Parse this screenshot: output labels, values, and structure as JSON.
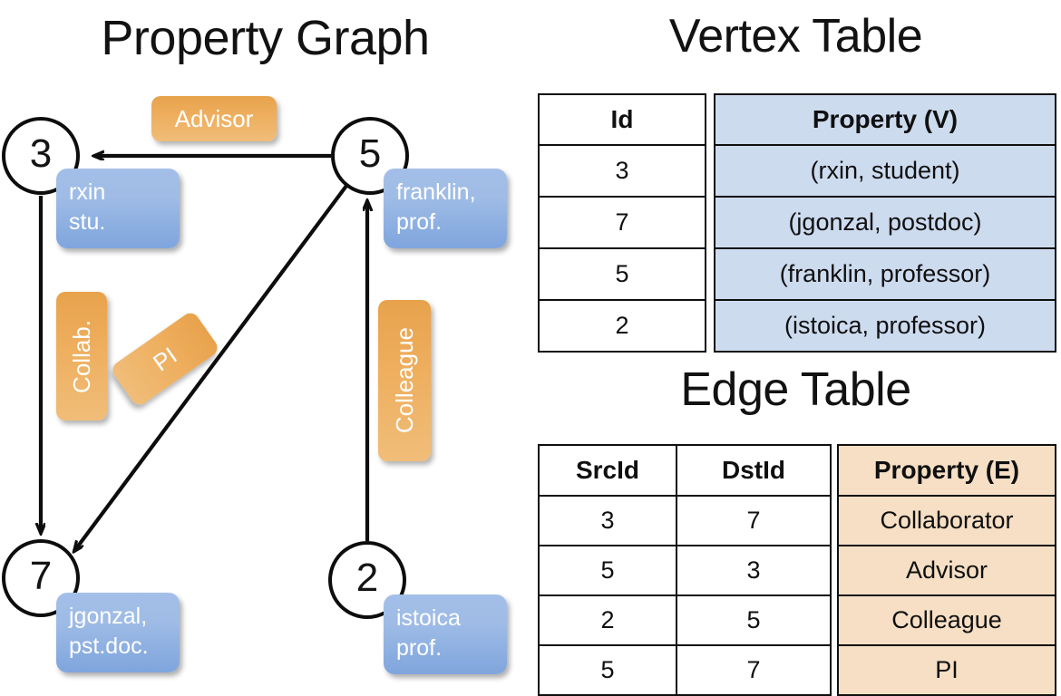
{
  "titles": {
    "graph": "Property Graph",
    "vertex_table": "Vertex Table",
    "edge_table": "Edge Table"
  },
  "graph": {
    "nodes": [
      {
        "id": "3",
        "property_line1": "rxin",
        "property_line2": "stu."
      },
      {
        "id": "5",
        "property_line1": "franklin,",
        "property_line2": "prof."
      },
      {
        "id": "7",
        "property_line1": "jgonzal,",
        "property_line2": "pst.doc."
      },
      {
        "id": "2",
        "property_line1": "istoica",
        "property_line2": "prof."
      }
    ],
    "edge_labels": [
      {
        "name": "advisor",
        "text": "Advisor"
      },
      {
        "name": "collab",
        "text": "Collab."
      },
      {
        "name": "pi",
        "text": "PI"
      },
      {
        "name": "colleague",
        "text": "Colleague"
      }
    ]
  },
  "vertex_table": {
    "headers": [
      "Id",
      "Property (V)"
    ],
    "rows": [
      [
        "3",
        "(rxin, student)"
      ],
      [
        "7",
        "(jgonzal, postdoc)"
      ],
      [
        "5",
        "(franklin, professor)"
      ],
      [
        "2",
        "(istoica, professor)"
      ]
    ]
  },
  "edge_table": {
    "headers": [
      "SrcId",
      "DstId",
      "Property (E)"
    ],
    "rows": [
      [
        "3",
        "7",
        "Collaborator"
      ],
      [
        "5",
        "3",
        "Advisor"
      ],
      [
        "2",
        "5",
        "Colleague"
      ],
      [
        "5",
        "7",
        "PI"
      ]
    ]
  },
  "colors": {
    "vertex_property_fill": "#cddbef",
    "edge_property_fill": "#f6dfc4",
    "node_box_blue": "#9fbce6",
    "edge_label_orange": "#eeaf5f",
    "stroke": "#0f0f0f",
    "background": "#ffffff"
  }
}
